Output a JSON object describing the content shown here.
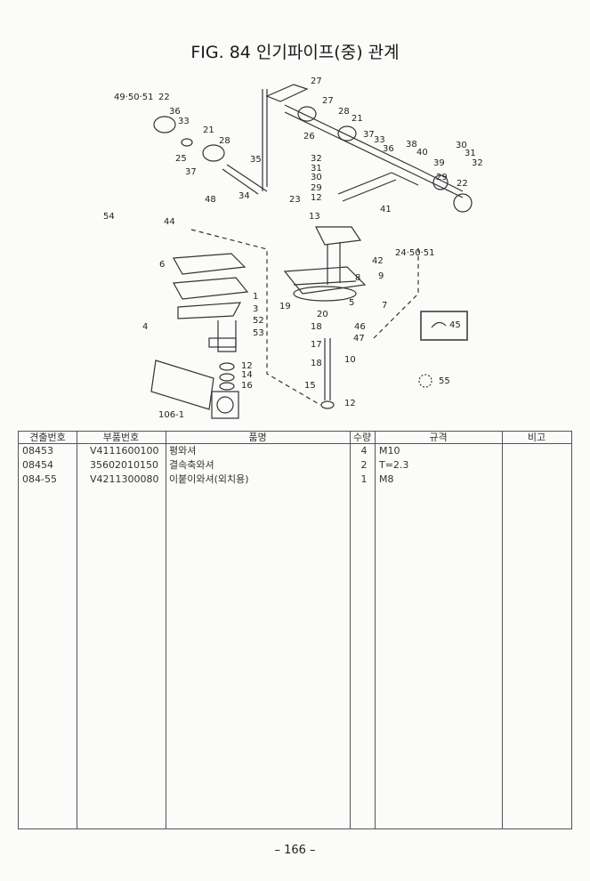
{
  "title": "FIG. 84 인기파이프(중) 관계",
  "diagram": {
    "callouts": [
      "49·50·51",
      "22",
      "36",
      "33",
      "25",
      "21",
      "28",
      "37",
      "35",
      "34",
      "48",
      "27",
      "27",
      "28",
      "21",
      "26",
      "37",
      "33",
      "36",
      "38",
      "40",
      "39",
      "30",
      "31",
      "32",
      "29",
      "22",
      "32",
      "31",
      "30",
      "29",
      "12",
      "13",
      "23",
      "41",
      "24·50·51",
      "42",
      "54",
      "44",
      "6",
      "1",
      "3",
      "52",
      "53",
      "4",
      "8",
      "9",
      "7",
      "5",
      "19",
      "20",
      "46",
      "47",
      "18",
      "17",
      "18",
      "10",
      "12",
      "14",
      "16",
      "15",
      "12",
      "106-1",
      "45",
      "55"
    ]
  },
  "table": {
    "headers": [
      "견출번호",
      "부품번호",
      "품명",
      "수량",
      "규격",
      "비고"
    ],
    "rows": [
      [
        "08453",
        "V4111600100",
        "평와셔",
        "4",
        "M10",
        ""
      ],
      [
        "08454",
        "35602010150",
        "결속축와셔",
        "2",
        "T=2.3",
        ""
      ],
      [
        "084-55",
        "V4211300080",
        "이붙이와셔(외치용)",
        "1",
        "M8",
        ""
      ]
    ]
  },
  "footer": {
    "page": "– 166 –"
  }
}
